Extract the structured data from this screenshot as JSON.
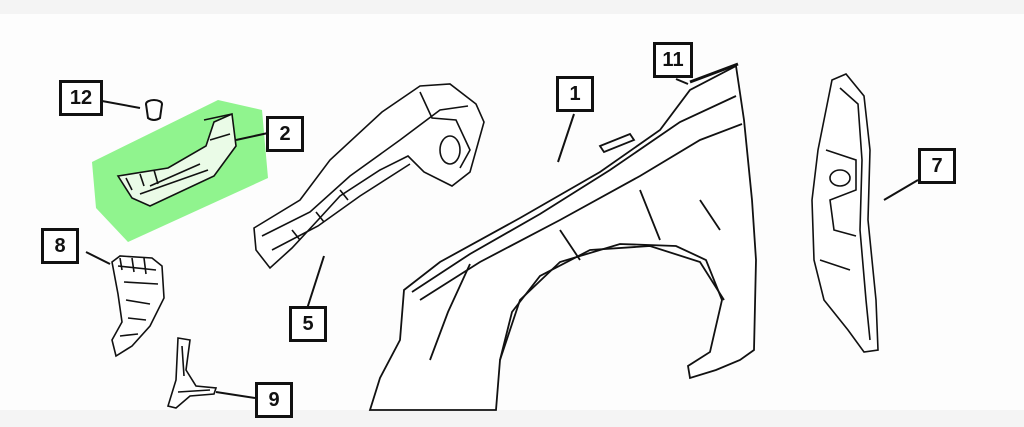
{
  "callouts": [
    {
      "id": "12",
      "label": "12"
    },
    {
      "id": "2",
      "label": "2"
    },
    {
      "id": "8",
      "label": "8"
    },
    {
      "id": "5",
      "label": "5"
    },
    {
      "id": "1",
      "label": "1"
    },
    {
      "id": "11",
      "label": "11"
    },
    {
      "id": "7",
      "label": "7"
    },
    {
      "id": "9",
      "label": "9"
    }
  ],
  "highlight": {
    "part": "2",
    "color": "#7CF27A"
  }
}
